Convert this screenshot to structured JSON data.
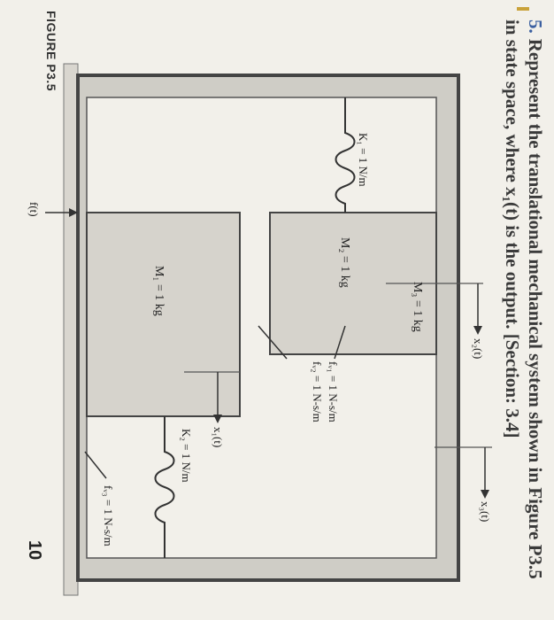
{
  "problem": {
    "number": "5.",
    "statement": "Represent the translational mechanical system shown in Figure P3.5 in state space, where x₁(t) is the output. [Section: 3.4]"
  },
  "page_number": "10",
  "figure": {
    "caption": "FIGURE P3.5",
    "force_label": "f(t)",
    "labels": {
      "M3": "M₃ = 1 kg",
      "M2": "M₂ = 1 kg",
      "M1": "M₁ = 1 kg",
      "K1": "K₁ = 1 N/m",
      "K2": "K₂ = 1 N/m",
      "fv1": "fᵥ₁ = 1 N-s/m",
      "fv2": "fᵥ₂ = 1 N-s/m",
      "fv3": "fᵥ₃ = 1 N-s/m",
      "x1": "x₁(t)",
      "x2": "x₂(t)",
      "x3": "x₃(t)"
    }
  }
}
